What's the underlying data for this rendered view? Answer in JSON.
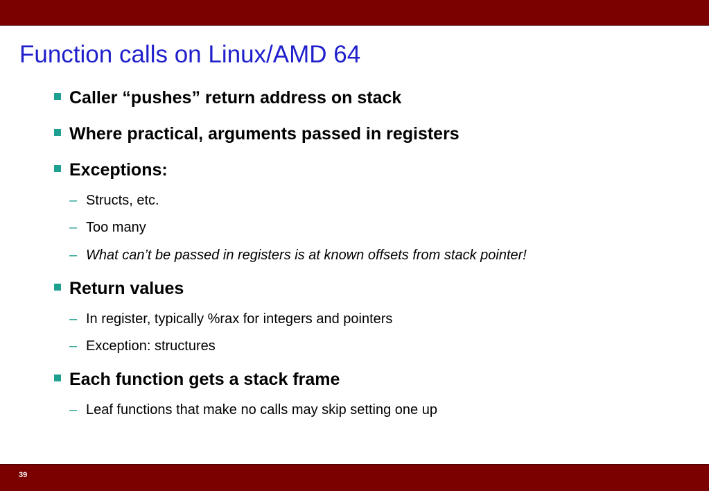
{
  "slide": {
    "title": "Function calls on Linux/AMD 64",
    "page_number": "39"
  },
  "bullets": {
    "b1": "Caller “pushes” return address on stack",
    "b2": "Where practical, arguments passed in registers",
    "b3": "Exceptions:",
    "b3_sub1": "Structs, etc.",
    "b3_sub2": "Too many",
    "b3_sub3": "What can’t be passed in registers is at known offsets from stack pointer!",
    "b4": "Return values",
    "b4_sub1": "In register, typically %rax for integers and pointers",
    "b4_sub2": "Exception: structures",
    "b5": "Each function gets a stack frame",
    "b5_sub1": "Leaf functions that make no calls may skip setting one up"
  },
  "markers": {
    "sub_dash": "–"
  },
  "colors": {
    "bar": "#7b0000",
    "title": "#1f1fcc",
    "bullet_marker": "#1f9f8f"
  }
}
